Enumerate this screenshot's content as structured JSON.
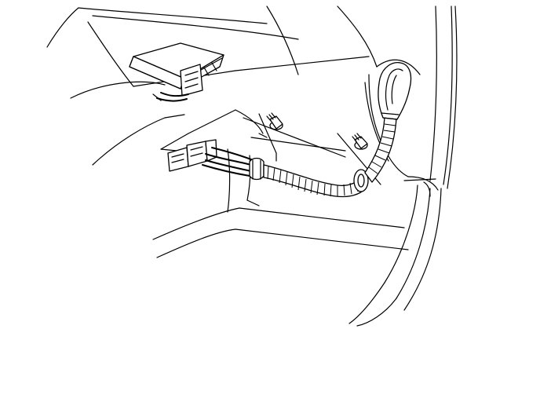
{
  "diagram": {
    "kind": "line-art-technical-illustration",
    "labels": [],
    "colors": {
      "line": "#000000",
      "background": "#ffffff"
    },
    "parts": [
      "interior-panel",
      "control-module",
      "wiring-harness",
      "harness-connector",
      "corrugated-conduit",
      "rubber-grommet",
      "retaining-clip",
      "push-pin-fastener"
    ]
  }
}
